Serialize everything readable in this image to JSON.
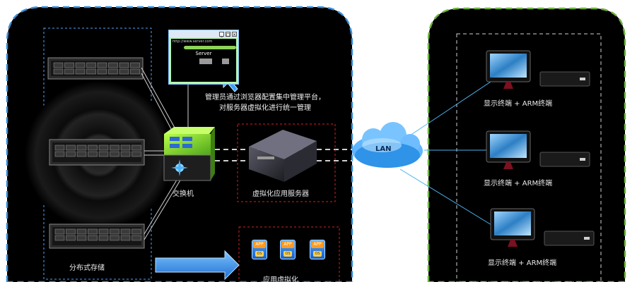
{
  "lan": {
    "label": "LAN"
  },
  "terminals": [
    {
      "label": "显示终端 + ARM终端"
    },
    {
      "label": "显示终端 + ARM终端"
    },
    {
      "label": "显示终端 + ARM终端"
    }
  ],
  "switch": {
    "label": "交换机"
  },
  "server_label": "虚拟化应用服务器",
  "storage_label": "分布式存储",
  "config_note": {
    "line1": "管理员通过浏览器配置集中管理平台，",
    "line2": "对服务器虚拟化进行统一管理"
  },
  "admin_window": {
    "url": "http://www.server.com",
    "title": "Server"
  },
  "apps": [
    {
      "top": "APP",
      "sub": "OS"
    },
    {
      "top": "APP",
      "sub": "OS"
    },
    {
      "top": "APP",
      "sub": "OS"
    }
  ],
  "apps_label": "应用虚拟化",
  "colors": {
    "data_center_border": "#3b8fdb",
    "terminal_border": "#6bb33b",
    "highlight": "#d62020",
    "link": "#49b4f0"
  }
}
